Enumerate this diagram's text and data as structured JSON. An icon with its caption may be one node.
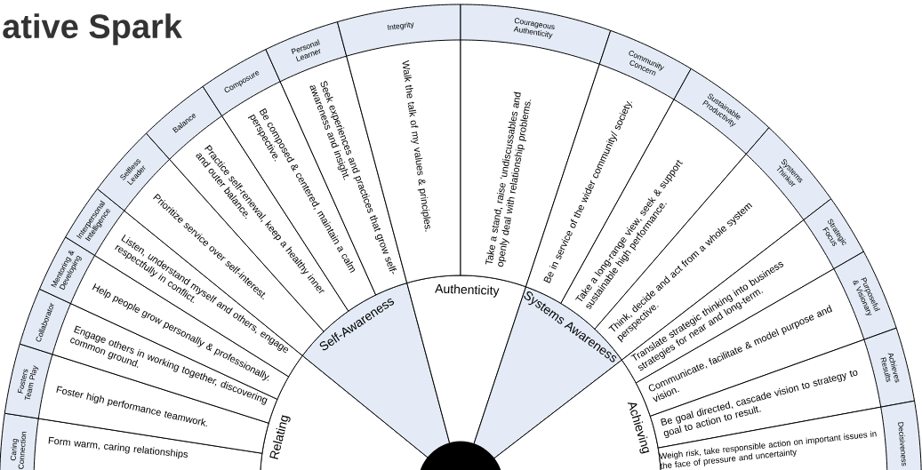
{
  "diagram": {
    "title": "ative Spark",
    "nodes": [
      {
        "text": [
          "Caring Connection",
          "Form warm, caring relationships"
        ]
      },
      {
        "text": [
          "Fosters Team Play",
          "Foster high performance teamwork."
        ]
      },
      {
        "text": [
          "Collaborator",
          "Engage others in working together, discovering common ground."
        ]
      },
      {
        "text": [
          "Mentoring & Developing",
          "Help people grow personally & professionally."
        ]
      },
      {
        "text": [
          "Interpersonal Intelligence",
          "Listen, understand myself and others, engage respectfully in conflict."
        ]
      },
      {
        "text": [
          "Selfless Leader",
          "Prioritize service over self-interest."
        ]
      },
      {
        "text": [
          "Balance",
          "Practice self-renewal, keep a healthy inner and outer balance."
        ]
      },
      {
        "text": [
          "Composure",
          "Be composed & centered, maintain a calm perspective."
        ]
      },
      {
        "text": [
          "Personal Learner",
          "Seek experiences and practices that grow self-awareness and insight."
        ]
      },
      {
        "text": [
          "Integrity",
          "Walk the talk of my values & principles."
        ]
      },
      {
        "text": [
          "Courageous Authenticity",
          "Take a stand, raise ‘undiscussables and openly deal with relationship problems."
        ]
      },
      {
        "text": [
          "Community Concern",
          "Be in service of the wider community/ society."
        ]
      },
      {
        "text": [
          "Sustainable Productivity",
          "Take a long-range view, seek & support sustainable high performance."
        ]
      },
      {
        "text": [
          "Systems Thinker",
          "Think, decide and act from a whole system perspective."
        ]
      },
      {
        "text": [
          "Strategic Focus",
          "Translate strategic thinking into business strategies for near and long-term."
        ]
      },
      {
        "text": [
          "Purposeful & Visionary",
          "Communicate, facilitate & model purpose and vision."
        ]
      },
      {
        "text": [
          "Achieves Results",
          "Be goal directed, cascade vision to strategy to goal to action to result."
        ]
      },
      {
        "text": [
          "Decisiveness",
          "Weigh risk, take responsible action on important issues in the face of pressure and uncertainty"
        ]
      },
      {
        "text": [
          "Relating"
        ]
      },
      {
        "text": [
          "Self-Awareness"
        ]
      },
      {
        "text": [
          "Authenticity"
        ]
      },
      {
        "text": [
          "Systems Awareness"
        ]
      },
      {
        "text": [
          "Achieving"
        ]
      },
      {
        "text": [],
        "shape": "circle"
      }
    ]
  }
}
